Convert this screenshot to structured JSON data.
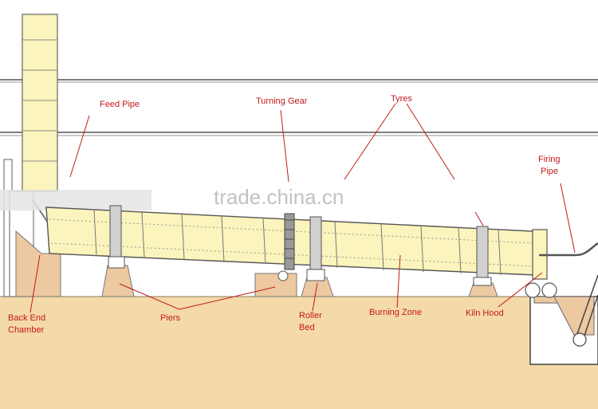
{
  "watermark": "trade.china.cn",
  "colors": {
    "ground": "#f4d9a9",
    "kiln_body": "#fbf4bc",
    "tyre": "#c9c9c9",
    "pier": "#ecc9a1",
    "line": "#444444",
    "label": "#c21a1a",
    "pointer": "#c21a1a"
  },
  "labels": {
    "feed_pipe": "Feed Pipe",
    "turning_gear": "Turning Gear",
    "tyres": "Tyres",
    "firing_pipe_1": "Firing",
    "firing_pipe_2": "Pipe",
    "back_end_chamber_1": "Back End",
    "back_end_chamber_2": "Chamber",
    "piers": "Piers",
    "roller_bed_1": "Roller",
    "roller_bed_2": "Bed",
    "burning_zone": "Burning Zone",
    "kiln_hood": "Kiln Hood"
  }
}
